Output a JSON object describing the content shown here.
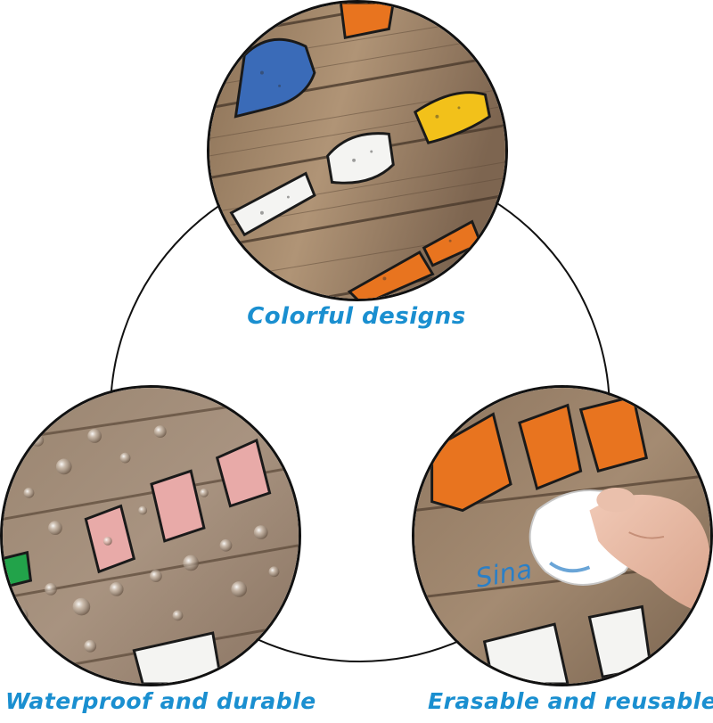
{
  "captions": {
    "top": "Colorful designs",
    "left": "Waterproof and durable",
    "right": "Erasable and reusable"
  },
  "colors": {
    "caption": "#1a8fd0",
    "wood_light": "#a58866",
    "wood_dark": "#6b5440",
    "letter_orange": "#e8741f",
    "letter_blue": "#3a6bb8",
    "letter_yellow": "#f2c11a",
    "letter_pink": "#e8aaa8",
    "letter_green": "#22a34a",
    "letter_white": "#f4f4f2",
    "marker_blue": "#2b7fc6"
  },
  "images": {
    "top": "wood-board-with-colorful-letters",
    "left": "wood-board-with-water-droplets",
    "right": "hand-wiping-marker-with-tissue"
  },
  "handwriting": "Sina"
}
